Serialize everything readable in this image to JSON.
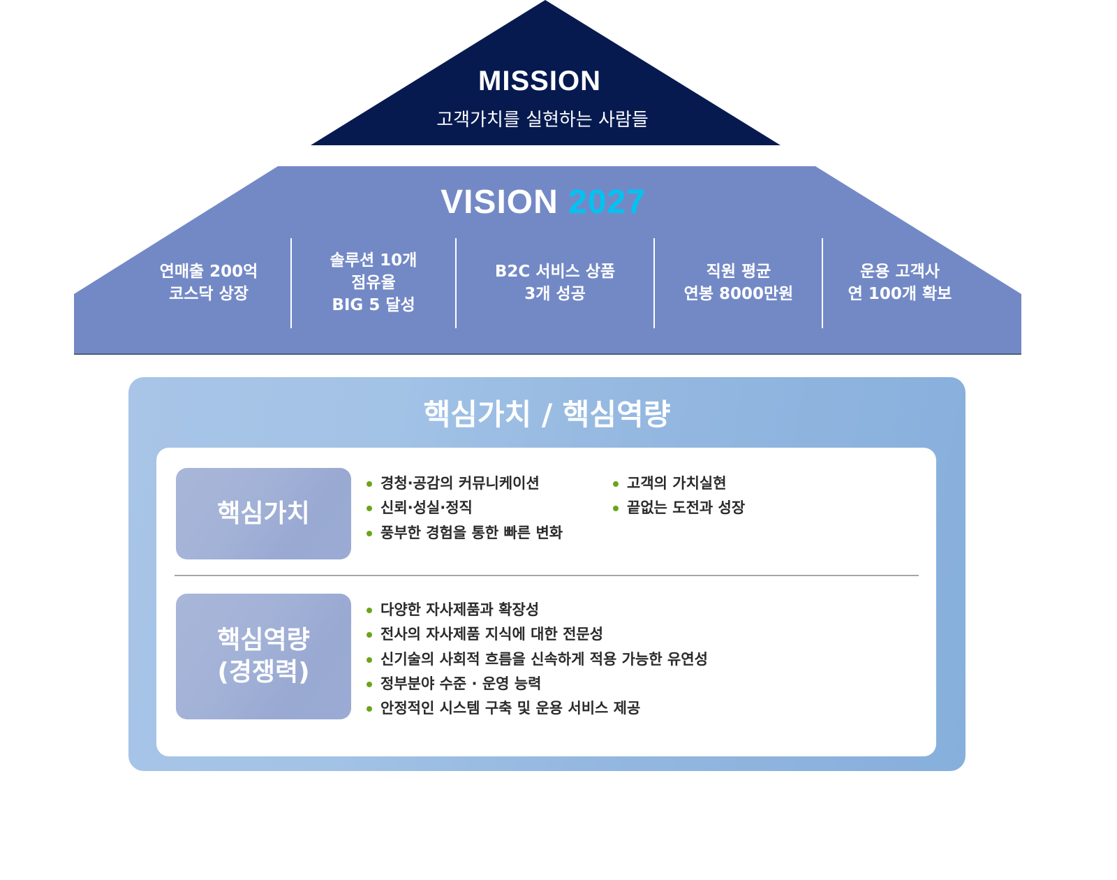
{
  "colors": {
    "mission_navy": "#061a50",
    "vision_periwinkle": "#7389c6",
    "vision_year_cyan": "#00c3f2",
    "outer_box_blue": "#93b7e0",
    "label_box_blue": "#a3b2d7",
    "bullet_green": "#6aa51a",
    "text_dark": "#2a2a2a",
    "divider_gray": "#a6a6a6"
  },
  "mission": {
    "title": "MISSION",
    "subtitle": "고객가치를 실현하는 사람들"
  },
  "vision": {
    "title_word": "VISION",
    "title_year": "2027",
    "goals": [
      {
        "lines": [
          "연매출 200억",
          "코스닥 상장"
        ]
      },
      {
        "lines": [
          "솔루션 10개",
          "점유율",
          "BIG 5 달성"
        ]
      },
      {
        "lines": [
          "B2C 서비스 상품",
          "3개 성공"
        ]
      },
      {
        "lines": [
          "직원 평균",
          "연봉 8000만원"
        ]
      },
      {
        "lines": [
          "운용 고객사",
          "연 100개 확보"
        ]
      }
    ]
  },
  "core": {
    "title": "핵심가치 / 핵심역량",
    "values": {
      "label": "핵심가치",
      "column_1": [
        "경청·공감의 커뮤니케이션",
        "신뢰·성실·정직",
        "풍부한 경험을 통한 빠른 변화"
      ],
      "column_2": [
        "고객의 가치실현",
        "끝없는 도전과 성장"
      ]
    },
    "competencies": {
      "label_line_1": "핵심역량",
      "label_line_2": "(경쟁력)",
      "items": [
        "다양한 자사제품과 확장성",
        "전사의 자사제품 지식에 대한 전문성",
        "신기술의 사회적 흐름을 신속하게 적용 가능한 유연성",
        "정부분야 수준 · 운영 능력",
        "안정적인 시스템 구축 및 운용 서비스 제공"
      ]
    }
  }
}
